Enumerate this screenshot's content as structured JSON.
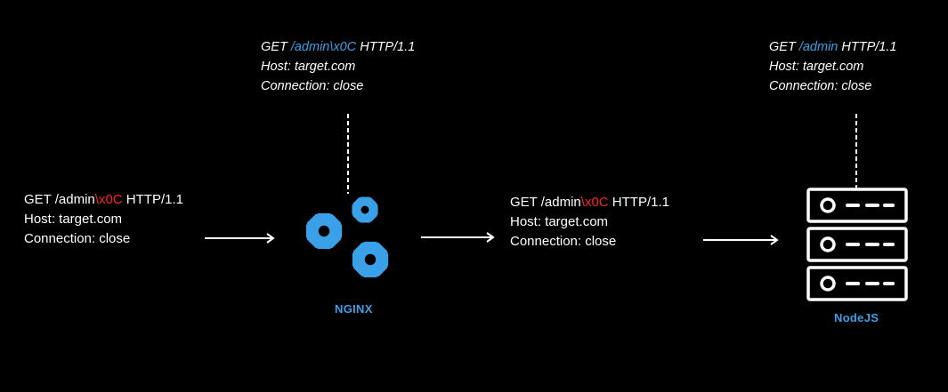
{
  "colors": {
    "background": "#000000",
    "text": "#ffffff",
    "accent_blue": "#3aa0e8",
    "accent_red": "#ff2222"
  },
  "client_request": {
    "method": "GET",
    "path_prefix": "/admin",
    "path_suffix": "\\x0C",
    "version": "HTTP/1.1",
    "host": "Host: target.com",
    "connection": "Connection: close"
  },
  "nginx_view": {
    "method": "GET",
    "path": "/admin\\x0C",
    "version": "HTTP/1.1",
    "host": "Host: target.com",
    "connection": "Connection: close"
  },
  "forwarded_request": {
    "method": "GET",
    "path_prefix": "/admin",
    "path_suffix": "\\x0C",
    "version": "HTTP/1.1",
    "host": "Host: target.com",
    "connection": "Connection: close"
  },
  "nodejs_view": {
    "method": "GET",
    "path": "/admin",
    "version": "HTTP/1.1",
    "host": "Host: target.com",
    "connection": "Connection: close"
  },
  "nodes": {
    "nginx": {
      "label": "NGINX",
      "icon": "gears-icon"
    },
    "nodejs": {
      "label": "NodeJS",
      "icon": "server-rack-icon"
    }
  }
}
